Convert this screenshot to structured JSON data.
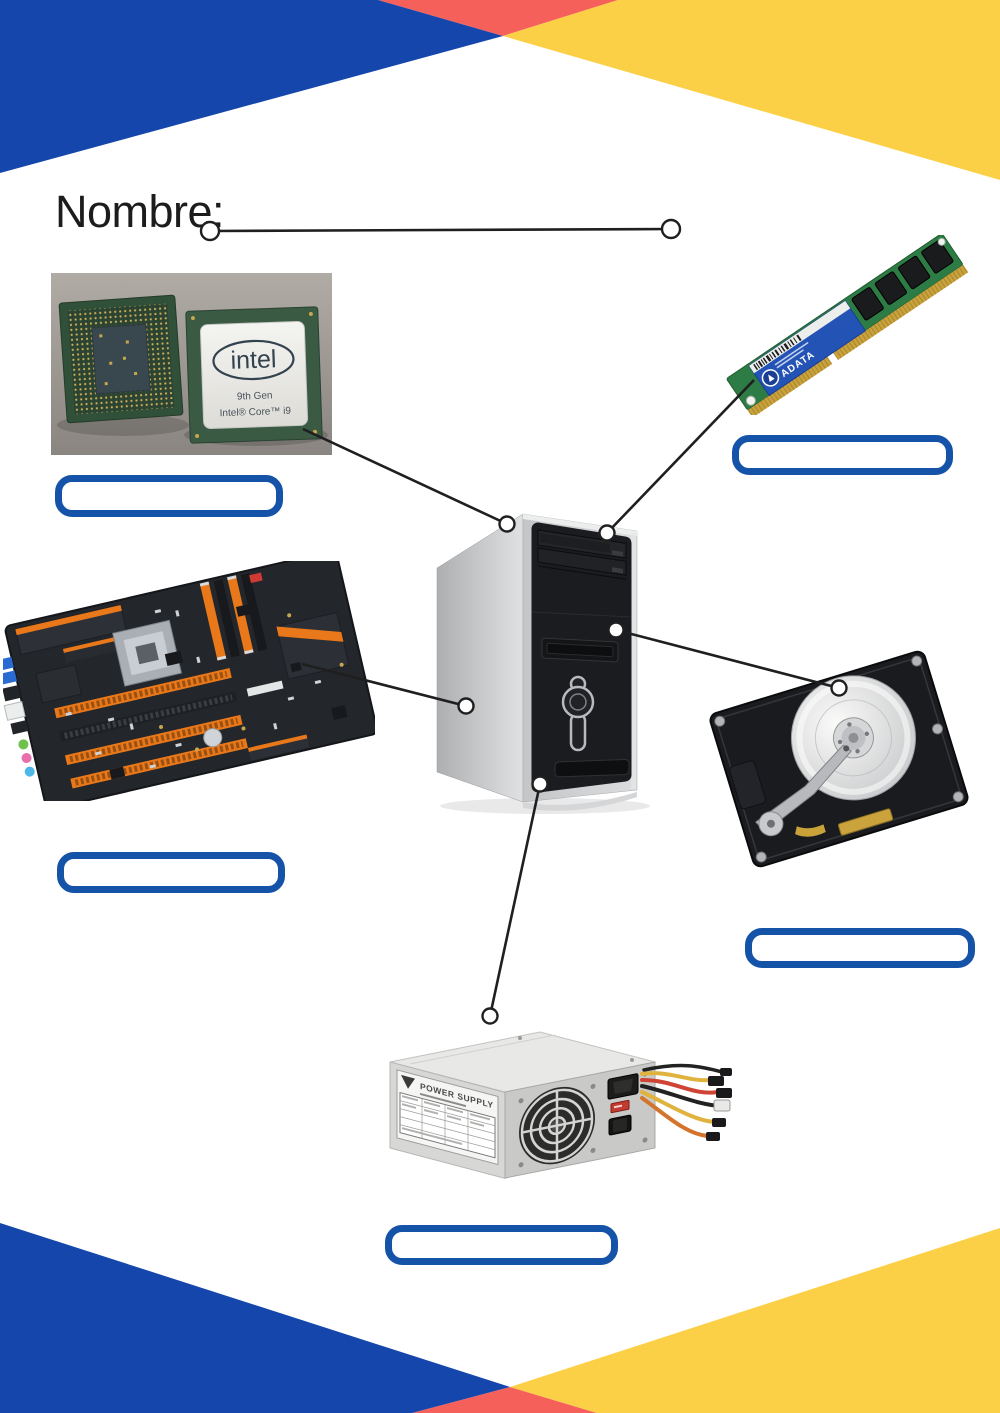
{
  "page": {
    "name_label": "Nombre:"
  },
  "name_field": {
    "value": ""
  },
  "colors": {
    "triangle_blue": "#1446ac",
    "triangle_red": "#f6605b",
    "triangle_yellow": "#fcd046",
    "box_border_blue": "#1553a9",
    "connector_line": "#1f1f1f"
  },
  "photo_texts": {
    "cpu_brand": "intel",
    "cpu_gen": "9th Gen",
    "cpu_model": "Intel® Core™ i9",
    "ram_brand": "ADATA",
    "psu_label": "POWER SUPPLY"
  },
  "components": [
    {
      "id": "cpu",
      "photo": "intel-processors"
    },
    {
      "id": "ram",
      "photo": "memory-module"
    },
    {
      "id": "motherboard",
      "photo": "motherboard"
    },
    {
      "id": "hard-drive",
      "photo": "hard-disk-drive"
    },
    {
      "id": "power-supply",
      "photo": "power-supply-unit"
    },
    {
      "id": "tower",
      "photo": "computer-tower-case"
    }
  ],
  "answer_boxes": {
    "items": [
      {
        "for": "cpu",
        "value": ""
      },
      {
        "for": "ram",
        "value": ""
      },
      {
        "for": "motherboard",
        "value": ""
      },
      {
        "for": "hard-drive",
        "value": ""
      },
      {
        "for": "power-supply",
        "value": ""
      }
    ]
  }
}
